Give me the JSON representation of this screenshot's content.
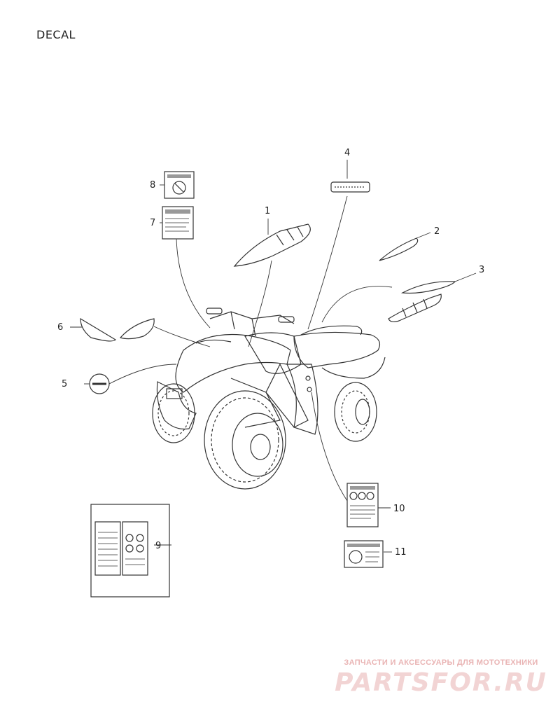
{
  "title": "DECAL",
  "callouts": [
    "1",
    "2",
    "3",
    "4",
    "5",
    "6",
    "7",
    "8",
    "9",
    "10",
    "11"
  ],
  "watermark": {
    "subtitle": "ЗАПЧАСТИ И АКСЕССУАРЫ ДЛЯ МОТОТЕХНИКИ",
    "logo": "PARTSFOR.RU"
  }
}
